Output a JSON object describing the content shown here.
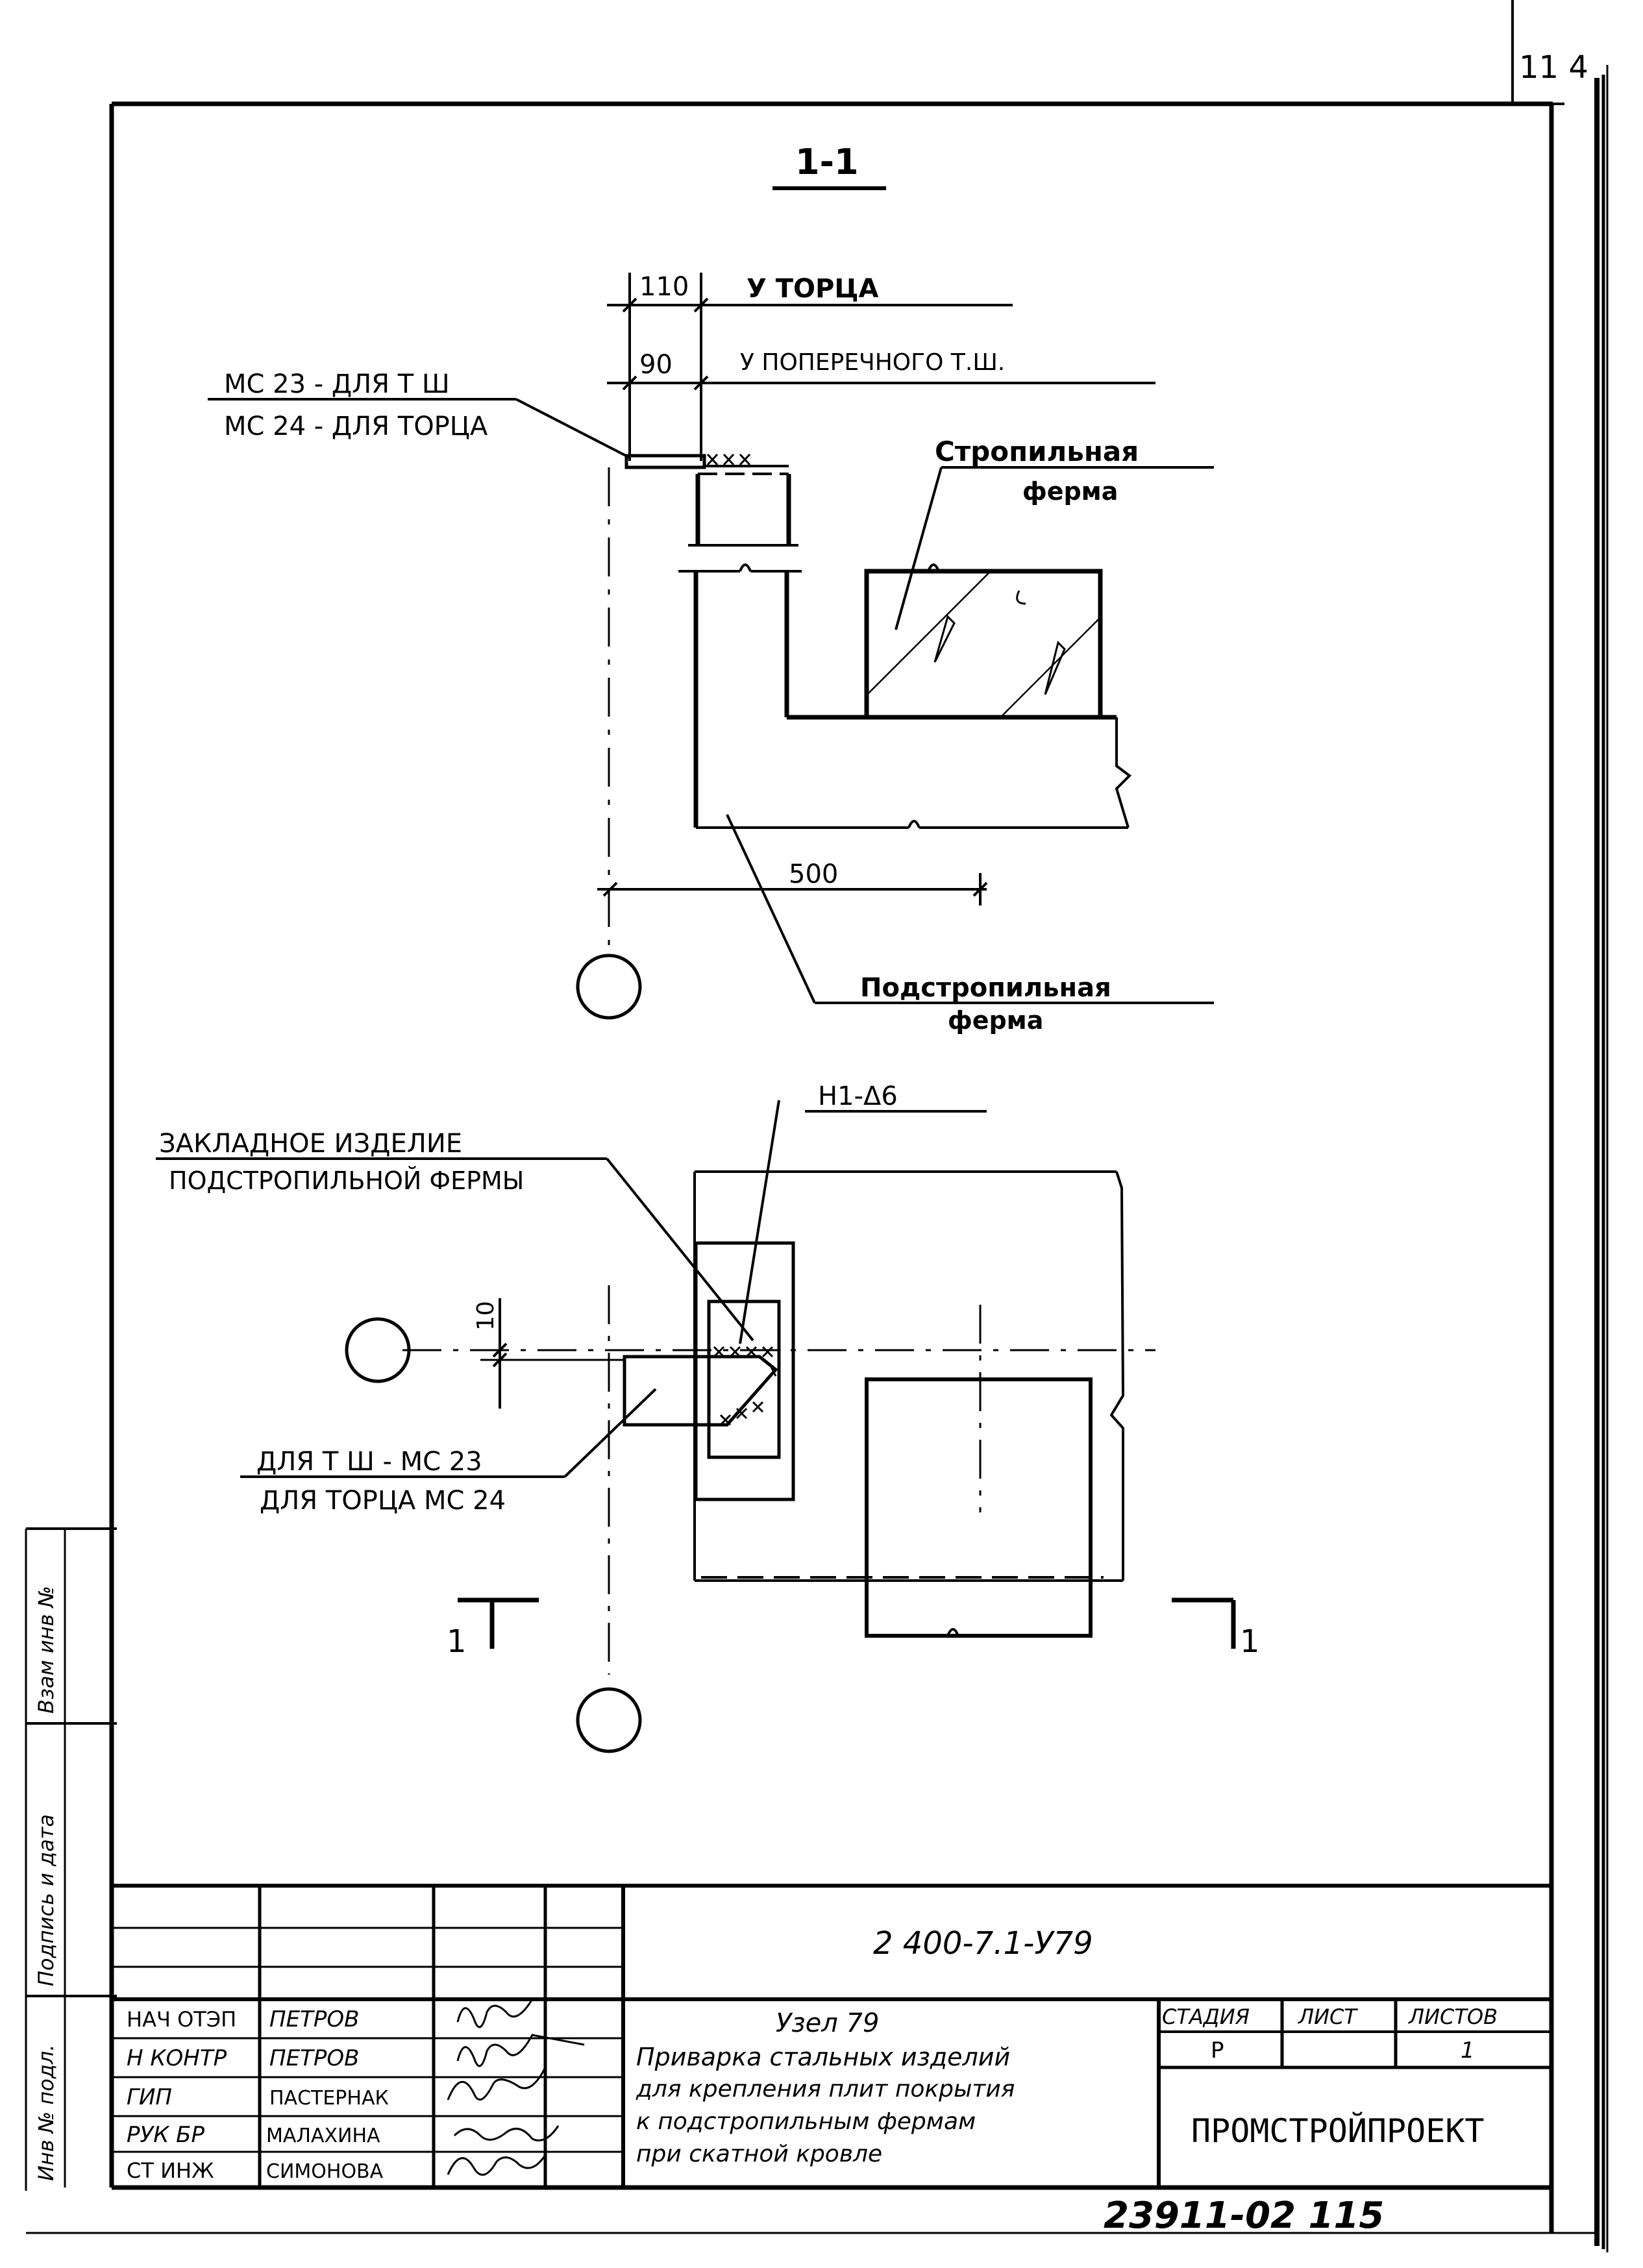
{
  "sheet": {
    "corner_number": "11 4",
    "section_title": "1-1",
    "bottom_number": "23911-02 115"
  },
  "section": {
    "dim_110": "110",
    "label_torets": "У ТОРЦА",
    "dim_90": "90",
    "label_poperech": "У ПОПЕРЕЧНОГО Т.Ш.",
    "mc23_line": "МС 23 - ДЛЯ Т Ш",
    "mc24_line": "МС 24 - ДЛЯ ТОРЦА",
    "rafter_truss_1": "Стропильная",
    "rafter_truss_2": "ферма",
    "dim_500": "500",
    "subtruss_1": "Подстропильная",
    "subtruss_2": "ферма"
  },
  "plan": {
    "weld_label": "Н1-Δ6",
    "embedded_1": "ЗАКЛАДНОЕ ИЗДЕЛИЕ",
    "embedded_2": "ПОДСТРОПИЛЬНОЙ ФЕРМЫ",
    "dim_10": "10",
    "for_ts": "ДЛЯ Т Ш - МС 23",
    "for_torets": "ДЛЯ ТОРЦА МС 24",
    "cut_left": "1",
    "cut_right": "1"
  },
  "side_stamp": {
    "inv_podl": "Инв № подл.",
    "podpis_data": "Подпись и дата",
    "vzam_inv": "Взам инв №"
  },
  "title_block": {
    "doc_code": "2 400-7.1-У79",
    "roles": [
      "НАЧ ОТЭП",
      "Н КОНТР",
      "ГИП",
      "РУК БР",
      "СТ ИНЖ"
    ],
    "names": [
      "ПЕТРОВ",
      "ПЕТРОВ",
      "ПАСТЕРНАК",
      "МАЛАХИНА",
      "СИМОНОВА"
    ],
    "title_lines": [
      "Узел 79",
      "Приварка стальных изделий",
      "для крепления плит покрытия",
      "к подстропильным фермам",
      "при скатной кровле"
    ],
    "stage_hdr": "СТАДИЯ",
    "sheet_hdr": "ЛИСТ",
    "sheets_hdr": "ЛИСТОВ",
    "stage_val": "Р",
    "sheets_val": "1",
    "org": "ПРОМСТРОЙПРОЕКТ"
  }
}
